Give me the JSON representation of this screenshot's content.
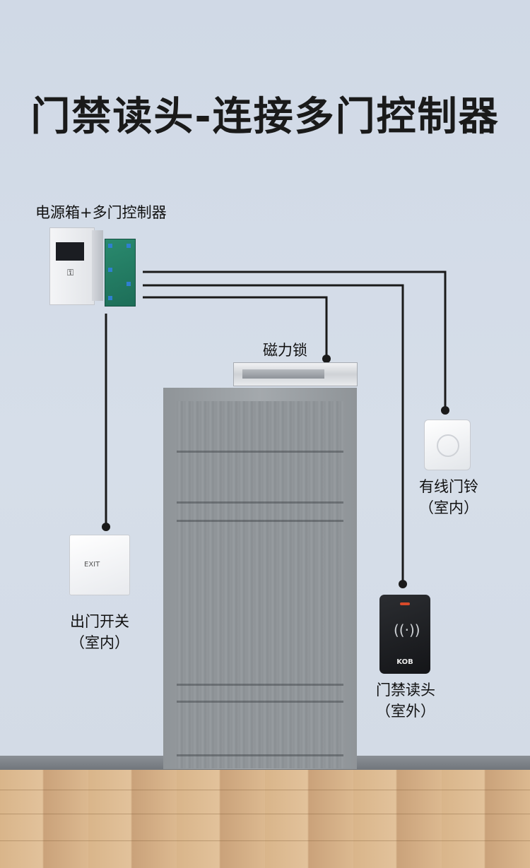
{
  "title": "门禁读头-连接多门控制器",
  "labels": {
    "controller": "电源箱+多门控制器",
    "maglock": "磁力锁",
    "doorbell_line1": "有线门铃",
    "doorbell_line2": "（室内）",
    "exit_line1": "出门开关",
    "exit_line2": "（室内）",
    "reader_line1": "门禁读头",
    "reader_line2": "（室外）"
  },
  "device_text": {
    "reader_brand": "KOB",
    "switch_text": "EXIT"
  },
  "colors": {
    "wall": "#d4dce8",
    "wire": "#1a1a1a",
    "title": "#1a1a1a"
  },
  "icons": [
    "key-icon",
    "rfid-wave-icon"
  ]
}
